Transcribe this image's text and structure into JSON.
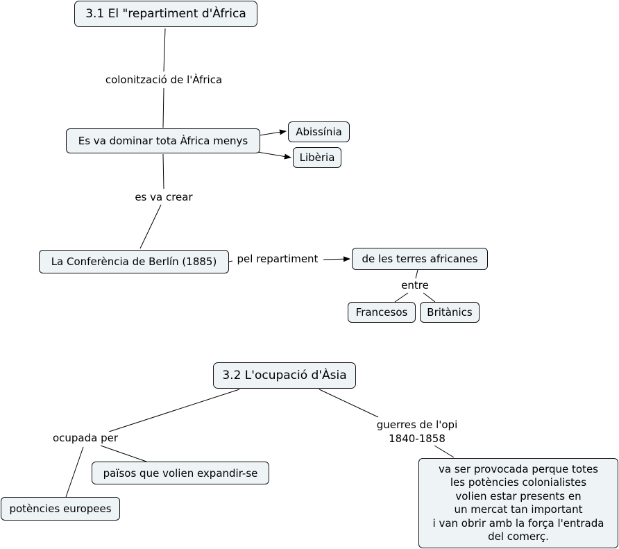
{
  "section1": {
    "title": "3.1 El \"repartiment d'Àfrica",
    "link_colonitzacio": "colonització de l'Àfrica",
    "dominar": "Es va dominar tota Àfrica menys",
    "abissinia": "Abissínia",
    "liberia": "Libèria",
    "link_crear": "es va crear",
    "conferencia": "La Conferència de Berlín (1885)",
    "link_repartiment": "pel repartiment",
    "terres": "de les terres africanes",
    "link_entre": "entre",
    "francesos": "Francesos",
    "britanics": "Britànics"
  },
  "section2": {
    "title": "3.2 L'ocupació d'Àsia",
    "link_ocupada": "ocupada per",
    "paisos": "països que volien expandir-se",
    "potencies": "potències europees",
    "link_guerres": [
      "guerres de l'opi",
      "1840-1858"
    ],
    "provocada": [
      "va ser provocada perque totes",
      "les potències colonialistes",
      "volien estar presents en",
      "un mercat tan important",
      "i van obrir amb la força l'entrada",
      "del comerç."
    ]
  }
}
